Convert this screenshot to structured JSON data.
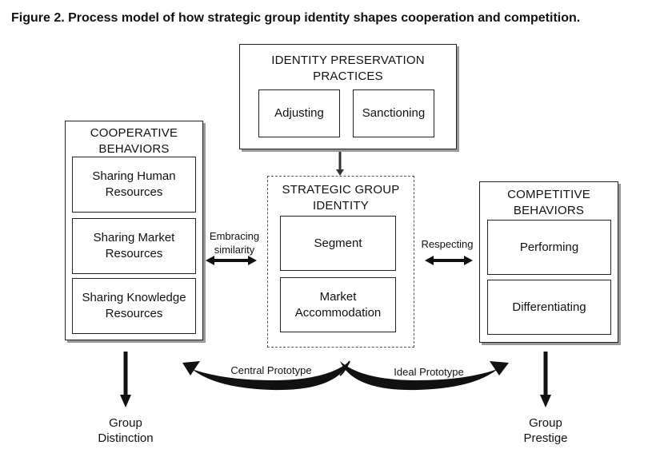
{
  "title": "Figure 2.  Process model of how strategic group identity shapes cooperation and competition.",
  "identity_preservation": {
    "heading_line1": "IDENTITY PRESERVATION",
    "heading_line2": "PRACTICES",
    "items": [
      "Adjusting",
      "Sanctioning"
    ]
  },
  "cooperative": {
    "heading_line1": "COOPERATIVE",
    "heading_line2": "BEHAVIORS",
    "items": [
      {
        "line1": "Sharing Human",
        "line2": "Resources"
      },
      {
        "line1": "Sharing Market",
        "line2": "Resources"
      },
      {
        "line1": "Sharing Knowledge",
        "line2": "Resources"
      }
    ]
  },
  "strategic": {
    "heading_line1": "STRATEGIC GROUP",
    "heading_line2": "IDENTITY",
    "items": [
      {
        "line1": "Segment",
        "line2": ""
      },
      {
        "line1": "Market",
        "line2": "Accommodation"
      }
    ]
  },
  "competitive": {
    "heading_line1": "COMPETITIVE",
    "heading_line2": "BEHAVIORS",
    "items": [
      "Performing",
      "Differentiating"
    ]
  },
  "links": {
    "embracing_line1": "Embracing",
    "embracing_line2": "similarity",
    "respecting": "Respecting",
    "central_prototype": "Central Prototype",
    "ideal_prototype": "Ideal Prototype"
  },
  "outcomes": {
    "left_line1": "Group",
    "left_line2": "Distinction",
    "right_line1": "Group",
    "right_line2": "Prestige"
  }
}
